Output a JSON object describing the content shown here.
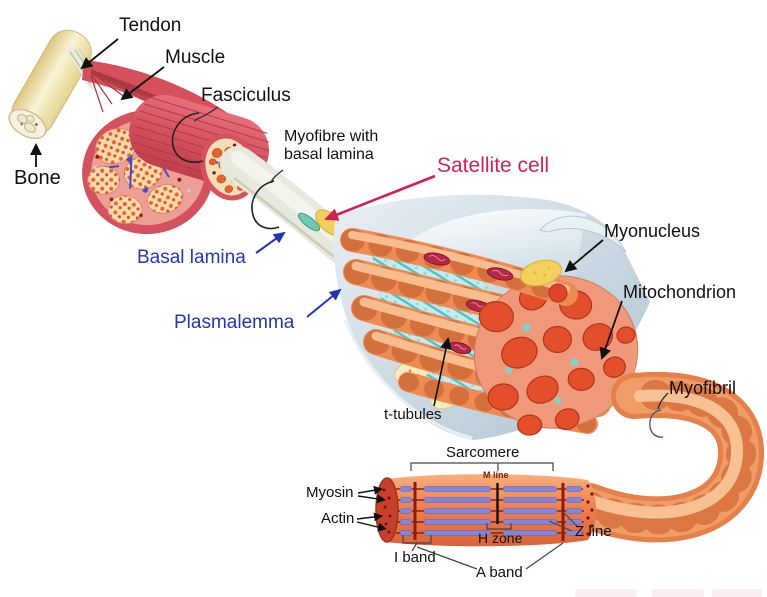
{
  "labels": {
    "tendon": "Tendon",
    "muscle": "Muscle",
    "fasciculus": "Fasciculus",
    "bone": "Bone",
    "myofibre_line1": "Myofibre with",
    "myofibre_line2": "basal lamina",
    "satellite_cell": "Satellite cell",
    "basal_lamina": "Basal lamina",
    "plasmalemma": "Plasmalemma",
    "t_tubules": "t-tubules",
    "myonucleus": "Myonucleus",
    "mitochondrion": "Mitochondrion",
    "myofibril": "Myofibril",
    "sarcomere": "Sarcomere",
    "m_line": "M line",
    "myosin": "Myosin",
    "actin": "Actin",
    "h_zone": "H zone",
    "z_line": "Z line",
    "i_band": "I band",
    "a_band": "A band"
  },
  "colors": {
    "background": "#ffffff",
    "label_black": "#111111",
    "label_blue": "#2535b8",
    "label_red": "#cc2458",
    "m_line_label_red": "#7c2213",
    "muscle_red": "#d6505c",
    "fascicle_orange": "#e8622d",
    "myofibril_orange": "#ee8b52",
    "t_tubule_teal": "#54bfc8",
    "actin_band_purple": "#8287dd",
    "mitochondrion_crimson": "#b52948",
    "myonucleus_yellow": "#f3d05e",
    "bone_yellow": "#efe3a8",
    "sheath_silver": "#c9d7e0"
  }
}
